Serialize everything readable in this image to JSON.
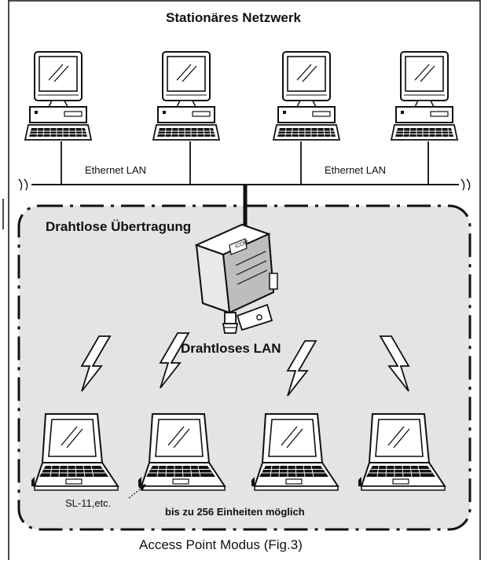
{
  "diagram": {
    "title": "Stationäres Netzwerk",
    "ethernet_labels": [
      "Ethernet LAN",
      "Ethernet LAN"
    ],
    "wireless_zone_label": "Drahtlose Übertragung",
    "access_point_brand": "iCOM",
    "wireless_lan_label": "Drahtloses LAN",
    "adapter_label": "SL-11,etc.",
    "capacity_note": "bis zu 256 Einheiten möglich",
    "caption": "Access Point Modus (Fig.3)"
  },
  "colors": {
    "line": "#111111",
    "zone_fill": "#e4e4e4",
    "device_fill": "#ffffff",
    "device_shade": "#cfcfcf"
  },
  "icons": [
    "desktop-computer-icon",
    "access-point-icon",
    "lightning-bolt-icon",
    "laptop-computer-icon"
  ]
}
